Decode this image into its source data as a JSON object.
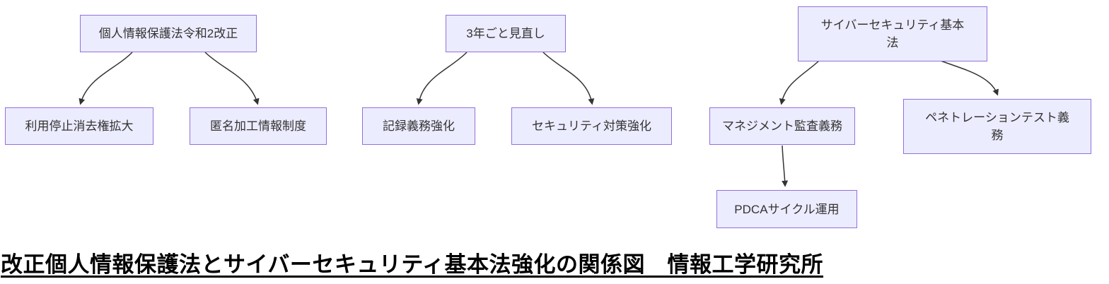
{
  "diagram": {
    "type": "flowchart",
    "direction": "top-down",
    "colors": {
      "node_fill": "#ECECFF",
      "node_border": "#9370DB",
      "node_text": "#333333",
      "edge": "#333333",
      "background": "#ffffff"
    },
    "nodes": {
      "privacy_law": {
        "label": "個人情報保護法令和2改正"
      },
      "usage_stop": {
        "label": "利用停止消去権拡大"
      },
      "anonymized": {
        "label": "匿名加工情報制度"
      },
      "review": {
        "label": "3年ごと見直し"
      },
      "record": {
        "label": "記録義務強化"
      },
      "security": {
        "label": "セキュリティ対策強化"
      },
      "cyber_law": {
        "label": "サイバーセキュリティ基本\n法"
      },
      "audit": {
        "label": "マネジメント監査義務"
      },
      "pentest": {
        "label": "ペネトレーションテスト義\n務"
      },
      "pdca": {
        "label": "PDCAサイクル運用"
      }
    },
    "edges": [
      {
        "from": "個人情報保護法令和2改正",
        "to": "利用停止消去権拡大"
      },
      {
        "from": "個人情報保護法令和2改正",
        "to": "匿名加工情報制度"
      },
      {
        "from": "3年ごと見直し",
        "to": "記録義務強化"
      },
      {
        "from": "3年ごと見直し",
        "to": "セキュリティ対策強化"
      },
      {
        "from": "サイバーセキュリティ基本法",
        "to": "マネジメント監査義務"
      },
      {
        "from": "サイバーセキュリティ基本法",
        "to": "ペネトレーションテスト義務"
      },
      {
        "from": "マネジメント監査義務",
        "to": "PDCAサイクル運用"
      }
    ]
  },
  "caption": {
    "text": "改正個人情報保護法とサイバーセキュリティ基本法強化の関係図　情報工学研究所"
  }
}
